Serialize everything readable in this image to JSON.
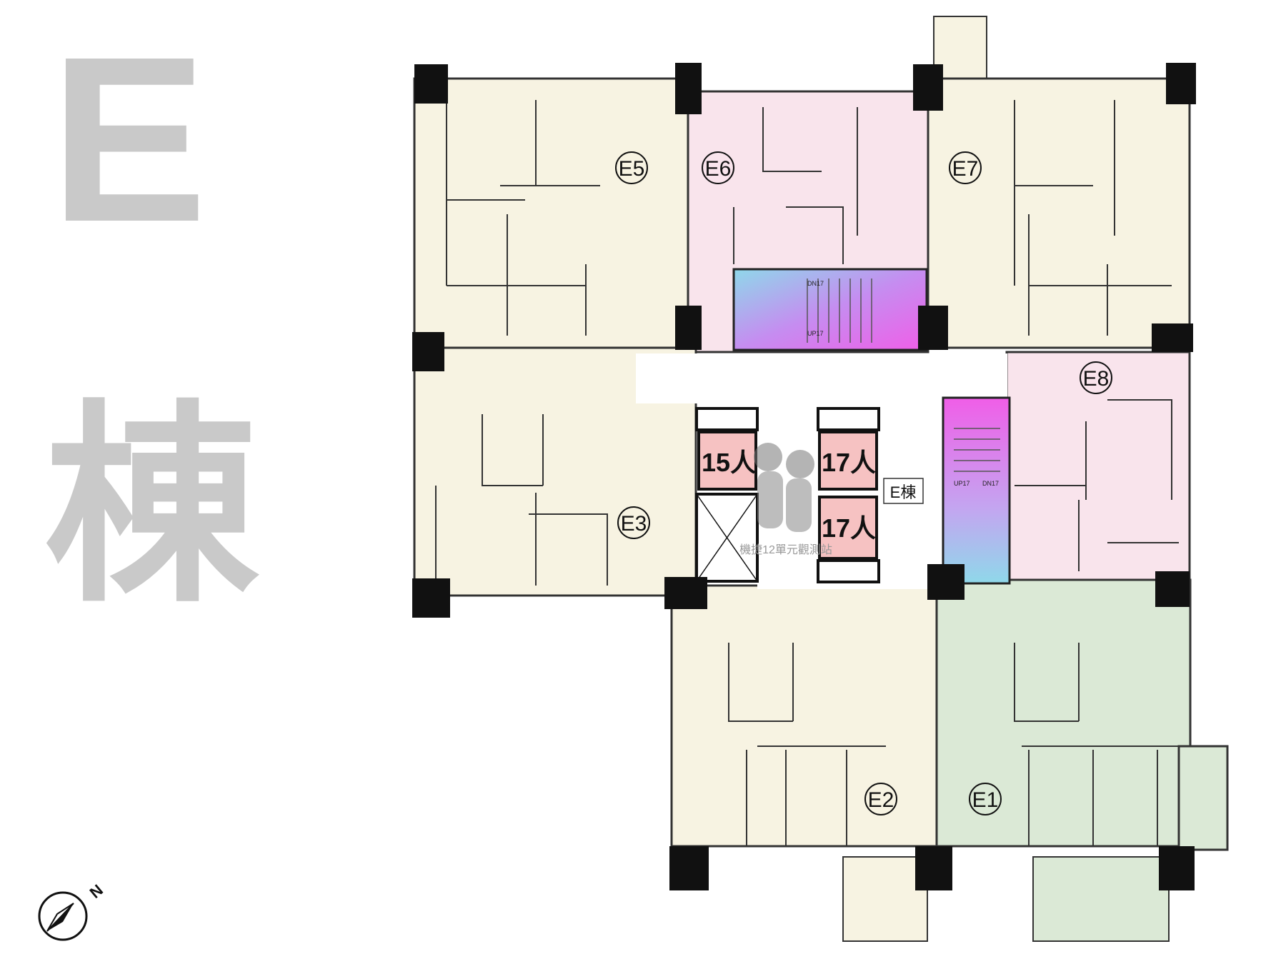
{
  "title": {
    "letter": "E",
    "building_char": "棟"
  },
  "units": [
    "E1",
    "E2",
    "E3",
    "E5",
    "E6",
    "E7",
    "E8"
  ],
  "elevators": [
    "15人",
    "17人",
    "17人"
  ],
  "core_label": "E棟",
  "watermark": "機捷12單元觀測站",
  "stairs": {
    "left_up": "UP17",
    "left_dn": "DN17",
    "top_dn": "DN17",
    "top_up": "UP17"
  },
  "compass": {
    "north_label": "N"
  },
  "colors": {
    "cream": "#f7f3e2",
    "pink": "#f9e4ec",
    "green": "#dbe9d6",
    "stair_start": "#f05ee8",
    "stair_end": "#8fd8ea",
    "elevator": "#f6c2c2",
    "wall": "#111111"
  }
}
